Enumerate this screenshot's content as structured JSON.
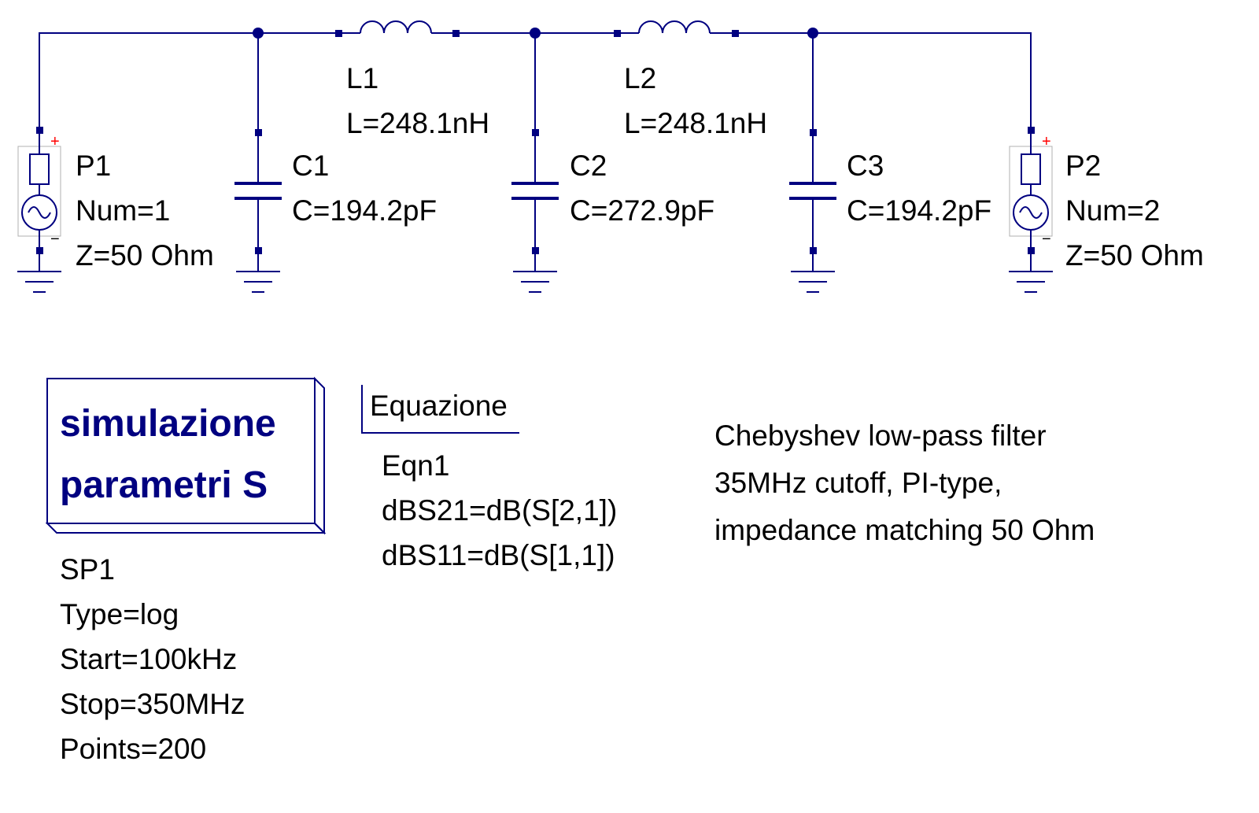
{
  "ports": [
    {
      "name": "P1",
      "num": "Num=1",
      "z": "Z=50 Ohm"
    },
    {
      "name": "P2",
      "num": "Num=2",
      "z": "Z=50 Ohm"
    }
  ],
  "inductors": [
    {
      "name": "L1",
      "value": "L=248.1nH"
    },
    {
      "name": "L2",
      "value": "L=248.1nH"
    }
  ],
  "capacitors": [
    {
      "name": "C1",
      "value": "C=194.2pF"
    },
    {
      "name": "C2",
      "value": "C=272.9pF"
    },
    {
      "name": "C3",
      "value": "C=194.2pF"
    }
  ],
  "port_marks": {
    "plus": "+",
    "minus": "−"
  },
  "simulation": {
    "title_line1": "simulazione",
    "title_line2": "parametri S",
    "name": "SP1",
    "type": "Type=log",
    "start": "Start=100kHz",
    "stop": "Stop=350MHz",
    "points": "Points=200"
  },
  "equation": {
    "header": "Equazione",
    "name": "Eqn1",
    "eq1": "dBS21=dB(S[2,1])",
    "eq2": "dBS11=dB(S[1,1])"
  },
  "note": {
    "line1": "Chebyshev low-pass filter",
    "line2": "35MHz cutoff, PI-type,",
    "line3": "impedance matching 50 Ohm"
  },
  "colors": {
    "wire": "#000080",
    "port_plus": "#ff0000",
    "text": "#000000"
  }
}
